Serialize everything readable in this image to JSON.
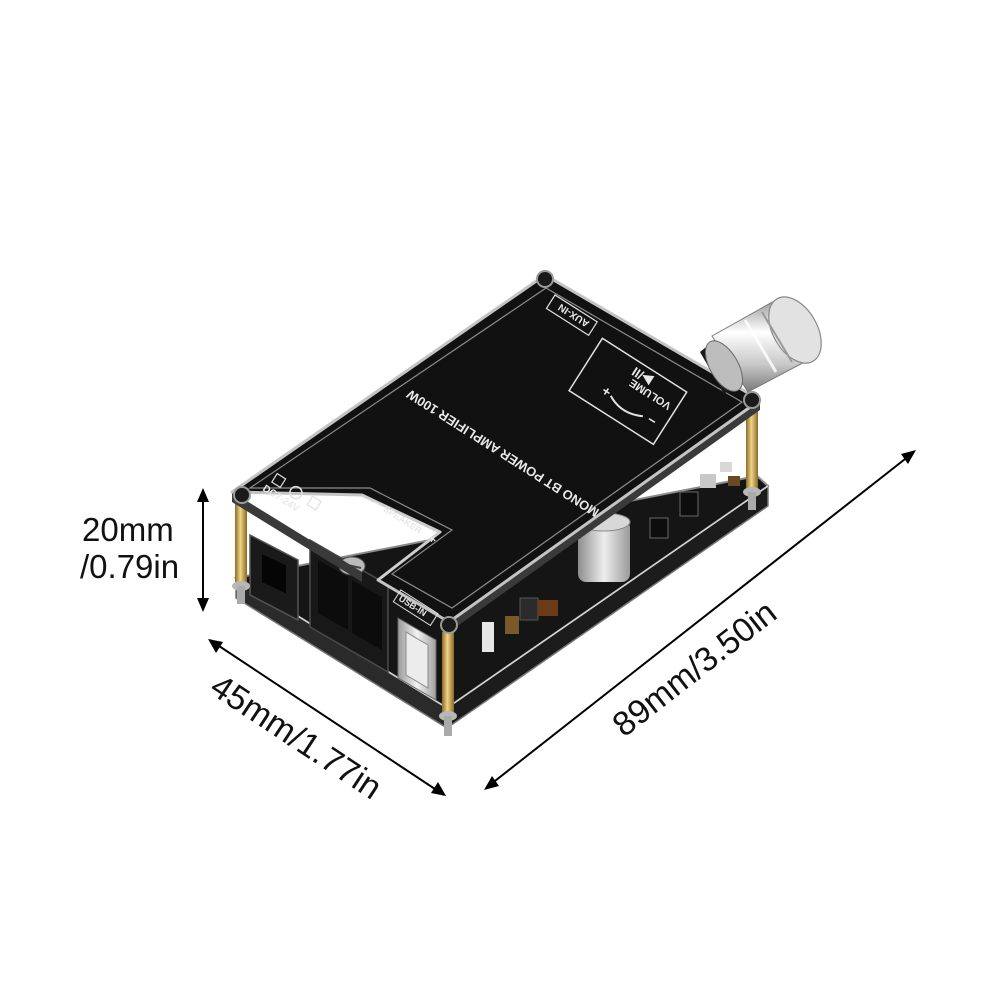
{
  "dimensions": {
    "height_line1": "20mm",
    "height_line2": "/0.79in",
    "width": "45mm/1.77in",
    "length": "89mm/3.50in"
  },
  "board": {
    "title": "MONO BT POWER AMPLIFIER 100W",
    "aux_label": "AUX-IN",
    "volume_label": "VOLUME",
    "volume_plus": "+",
    "volume_minus": "−",
    "play_pause_symbol": "▶/II",
    "power_label": "DC7-24V",
    "speaker_label": "SPEAKER",
    "speaker_plus": "+",
    "speaker_minus": "−",
    "usb_label": "USB-IN"
  },
  "colors": {
    "board_top": "#111111",
    "board_edge": "#b8b8b8",
    "standoff": "#c9a24a",
    "knob": "#d0d0d0",
    "dimension_line": "#000000"
  }
}
